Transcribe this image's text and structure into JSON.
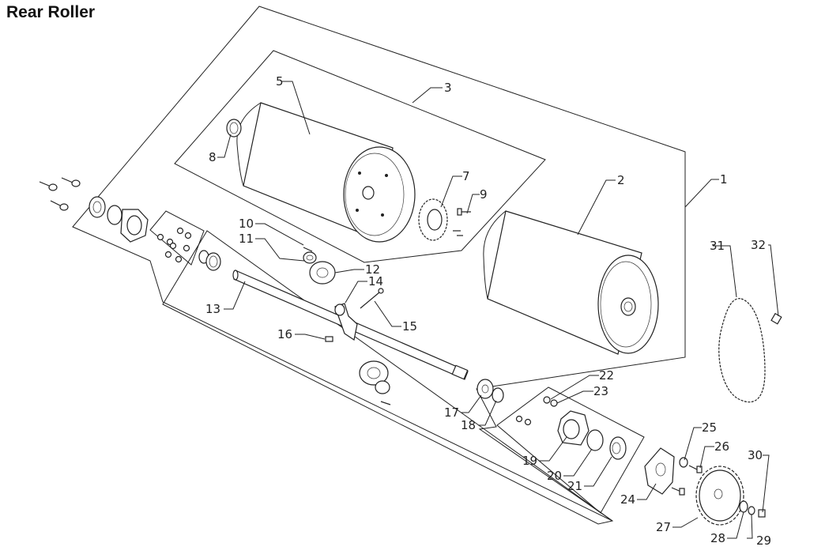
{
  "title": "Rear Roller",
  "callouts": {
    "c1": "1",
    "c2": "2",
    "c3": "3",
    "c5": "5",
    "c7": "7",
    "c8": "8",
    "c9": "9",
    "c10": "10",
    "c11": "11",
    "c12": "12",
    "c13": "13",
    "c14": "14",
    "c15": "15",
    "c16": "16",
    "c17": "17",
    "c18": "18",
    "c19": "19",
    "c20": "20",
    "c21": "21",
    "c22": "22",
    "c23": "23",
    "c24": "24",
    "c25": "25",
    "c26": "26",
    "c27": "27",
    "c28": "28",
    "c29": "29",
    "c30": "30",
    "c31": "31",
    "c32": "32"
  },
  "colors": {
    "line": "#222222",
    "background": "#ffffff"
  }
}
